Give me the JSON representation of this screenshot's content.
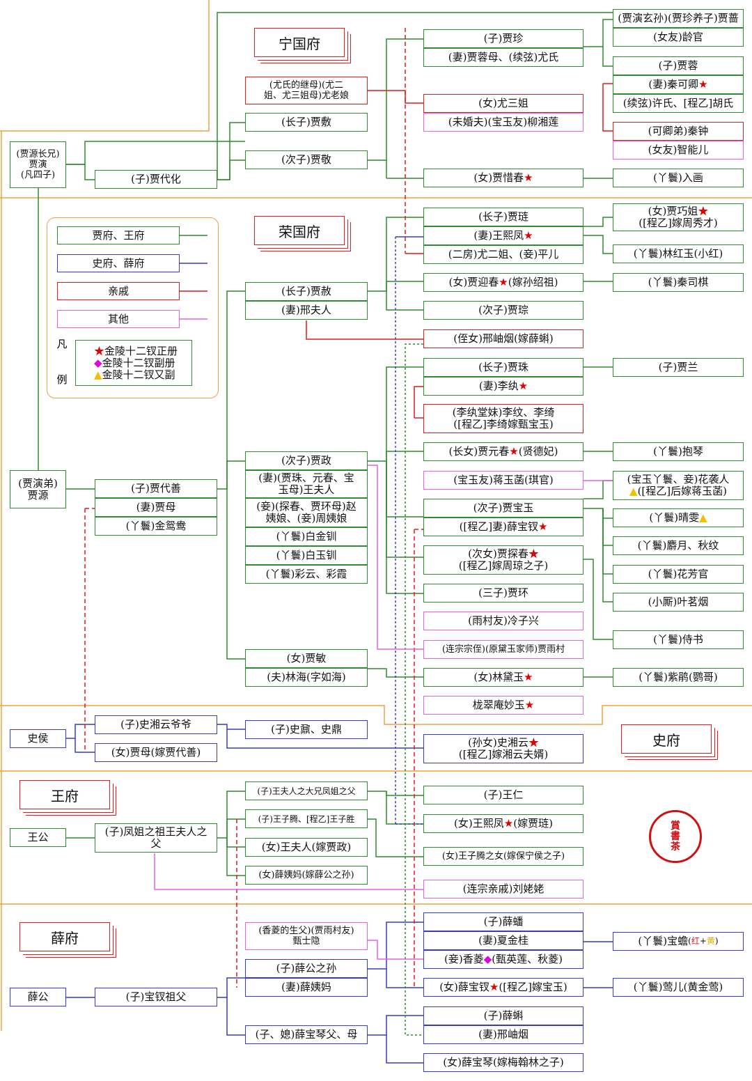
{
  "houses": {
    "ningguo": "宁国府",
    "rongguo": "荣国府",
    "shi": "史府",
    "wang": "王府",
    "xue": "薛府"
  },
  "legend": {
    "green": "贾府、王府",
    "blue": "史府、薛府",
    "red": "亲戚",
    "pink": "其他",
    "side_label": "凡\n\n\n例",
    "star": "金陵十二钗正册",
    "diamond": "金陵十二钗副册",
    "triangle": "金陵十二钗又副"
  },
  "marks": {
    "star": "★",
    "diamond": "◆",
    "triangle": "▲"
  },
  "colors": {
    "jia_wang": "#2e8b2e",
    "shi_xue": "#3a3ac8",
    "relative": "#e01c1c",
    "other": "#e860e0",
    "dashed": "#e01c1c",
    "border": "#f0a040"
  },
  "seal_text": "賞\n書\n茶",
  "nodes": {
    "jia_yan": "(贾源长兄)\n贾演\n(凡四子)",
    "jia_daihua": "(子)贾代化",
    "jia_fu": "(长子)贾敷",
    "jia_jing": "(次子)贾敬",
    "you_laoniang": "(尤氏的继母)(尤二\n姐、尤三姐母)尤老娘",
    "jia_zhen": "(子)贾珍",
    "you_shi": "(妻)贾蓉母、(续弦)尤氏",
    "you_sanjie": "(女)尤三姐",
    "liu_xianglian": "(未婚夫)(宝玉友)柳湘莲",
    "jia_xichun": "(女)贾惜春",
    "jia_qiang": "(贾演玄孙)(贾珍养子)贾蔷",
    "lingguan": "(女友)龄官",
    "jia_rong": "(子)贾蓉",
    "qin_keqing": "(妻)秦可卿",
    "hu_shi": "(续弦)许氏、[程乙]胡氏",
    "qin_zhong": "(可卿弟)秦钟",
    "zhineng": "(女友)智能儿",
    "ruhua": "(丫鬟)入画",
    "jia_yuan": "(贾演弟)\n贾源",
    "jia_daishan": "(子)贾代善",
    "jia_mu": "(妻)贾母",
    "yuanyang": "(丫鬟)金鸳鸯",
    "jia_she": "(长子)贾赦",
    "xing_furen": "(妻)邢夫人",
    "jia_zheng": "(次子)贾政",
    "wang_furen": "(妻)(贾珠、元春、宝\n玉母)王夫人",
    "zhao_yiniang": "(妾)(探春、贾环母)赵\n姨娘、(妾)周姨娘",
    "jinchuan": "(丫鬟)白金钏",
    "yuchuan": "(丫鬟)白玉钏",
    "caiyun": "(丫鬟)彩云、彩霞",
    "jia_min": "(女)贾敏",
    "lin_ruhai": "(夫)林海(字如海)",
    "jia_lian": "(长子)贾琏",
    "wang_xifeng": "(妻)王熙凤",
    "pinger": "(二房)尤二姐、(妾)平儿",
    "jia_yingchun": "(女)贾迎春",
    "yingchun_tail": "(嫁孙绍祖)",
    "jia_cong": "(次子)贾琮",
    "xing_xiuyan": "(侄女)邢岫烟(嫁薛蝌)",
    "jia_zhu": "(长子)贾珠",
    "li_wan": "(妻)李纨",
    "li_wen": "(李纨堂妹)李纹、李绮\n([程乙]李绮嫁甄宝玉)",
    "yuanchun": "(长女)贾元春",
    "yuanchun_tail": "(贤德妃)",
    "jiang_yuhan": "(宝玉友)蒋玉菡(琪官)",
    "baoyu": "(次子)贾宝玉",
    "baochai_wife": "([程乙]妻)薛宝钗",
    "tanchun": "(次女)贾探春",
    "tanchun_2": "([程乙]嫁周琼之子)",
    "jia_huan": "(三子)贾环",
    "leng_zixing": "(雨村友)冷子兴",
    "jia_yucun": "(连宗宗侄)(原黛玉家师)贾雨村",
    "daiyu": "(女)林黛玉",
    "miaoyu": "栊翠庵妙玉",
    "qiaojie": "(女)贾巧姐",
    "qiaojie_2": "([程乙]嫁周秀才)",
    "hongyu": "(丫鬟)林红玉(小红)",
    "siqi": "(丫鬟)秦司棋",
    "jia_lan": "(子)贾兰",
    "baoqin_maid": "(丫鬟)抱琴",
    "xiren": "(宝玉丫鬟、妾)花袭人",
    "xiren_2": "([程乙]后嫁蒋玉菡)",
    "qingwen": "(丫鬟)晴雯",
    "sheyue": "(丫鬟)麝月、秋纹",
    "fangguan": "(丫鬟)花芳官",
    "mingyan": "(小厮)叶茗烟",
    "shishu": "(丫鬟)侍书",
    "zijuan": "(丫鬟)紫鹃(鹦哥)",
    "shi_hou": "史侯",
    "shi_grandpa": "(子)史湘云爷爷",
    "jia_mu_shi": "(女)贾母(嫁贾代善)",
    "shi_nai": "(子)史鼐、史鼎",
    "xiangyun": "(孙女)史湘云",
    "xiangyun_2": "([程乙]嫁湘云夫婿)",
    "wang_gong": "王公",
    "fengjie_grand": "(子)凤姐之祖王夫人之\n父",
    "wang_elder": "(子)王夫人之大兄凤姐之父",
    "wang_ziteng": "(子)王子腾、[程乙]王子胜",
    "wang_furen_2": "(女)王夫人(嫁贾政)",
    "xue_yima": "(女)薛姨妈(嫁薛公之孙)",
    "wang_ren": "(子)王仁",
    "wang_xifeng_2": "(女)王熙凤",
    "wang_xifeng_2_tail": "(嫁贾琏)",
    "ziteng_daughter": "(女)王子腾之女(嫁保宁侯之子)",
    "liu_laolao": "(连宗亲戚)刘姥姥",
    "xue_gong": "薛公",
    "baochai_grand": "(子)宝钗祖父",
    "zhen_shiyin": "(香菱的生父)(贾雨村友)\n甄士隐",
    "xue_grandson": "(子)薛公之孙",
    "xue_yima_2": "(妻)薛姨妈",
    "baoqin_parents": "(子、媳)薛宝琴父、母",
    "xue_pan": "(子)薛蟠",
    "xia_jingui": "(妻)夏金桂",
    "xiangling": "(妾)香菱",
    "xiangling_tail": "(甄英莲、秋菱)",
    "baochai": "(女)薛宝钗",
    "baochai_tail": "([程乙]嫁宝玉)",
    "xue_ke": "(子)薛蝌",
    "xing_xiuyan_2": "(妻)邢岫烟",
    "baoqin": "(女)薛宝琴(嫁梅翰林之子)",
    "baochan": "(丫鬟)宝蟾",
    "baochan_tag_red": "红",
    "baochan_tag_plus": "+",
    "baochan_tag_yellow": "黄",
    "baochan_paren_open": "(",
    "baochan_paren_close": ")",
    "yinger": "(丫鬟)莺儿(黄金莺)"
  }
}
